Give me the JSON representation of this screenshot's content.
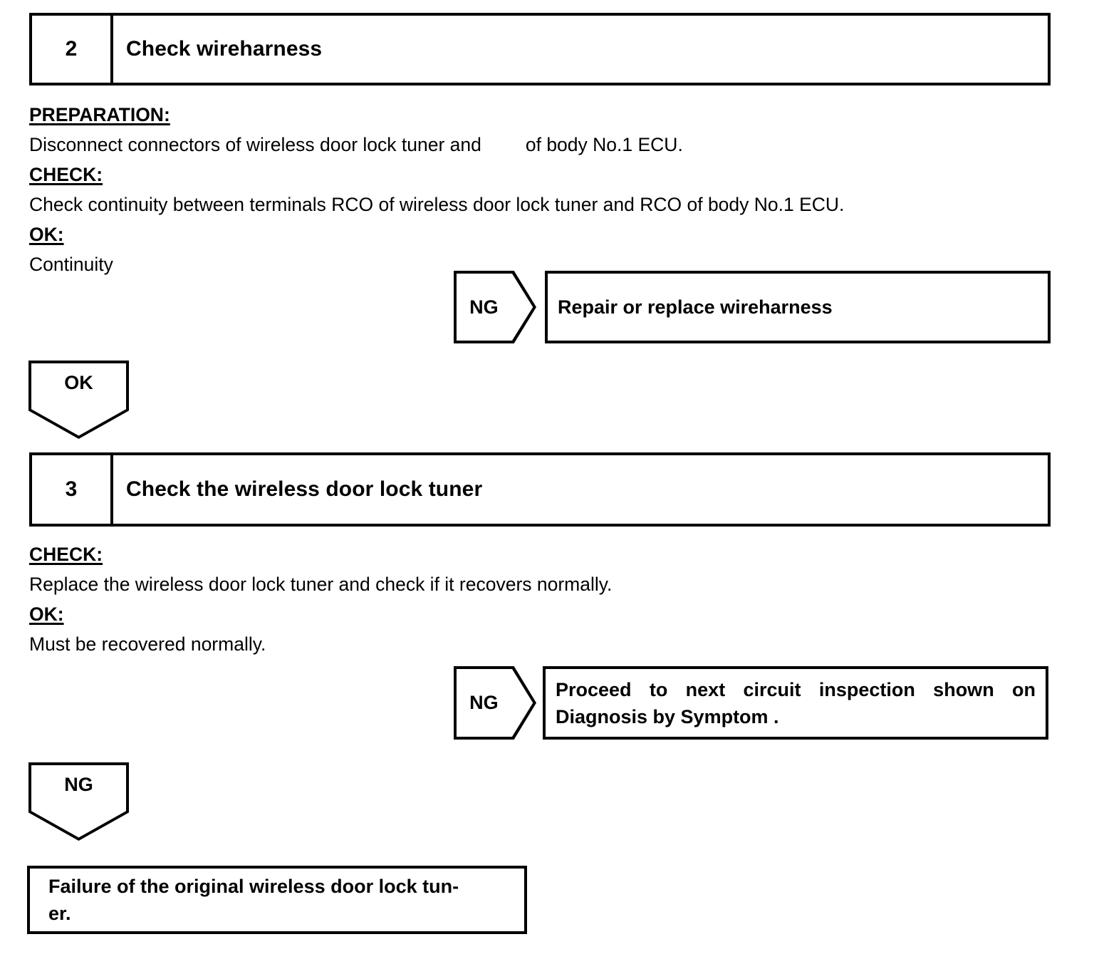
{
  "document": {
    "type": "diagnostic-flowchart",
    "title": "Wireless Door Lock Tuner Troubleshooting"
  },
  "steps": [
    {
      "number": "2",
      "title": "Check wireharness",
      "sections": [
        {
          "label": "PREPARATION:",
          "lines": [
            "Disconnect connectors of wireless door lock tuner and",
            "of body No.1 ECU."
          ]
        },
        {
          "label": "CHECK:",
          "lines": [
            "Check continuity between terminals RCO of wireless door lock tuner and RCO of body No.1 ECU."
          ]
        },
        {
          "label": "OK:",
          "lines": [
            "Continuity"
          ]
        }
      ]
    },
    {
      "number": "3",
      "title": "Check the wireless door lock tuner",
      "sections": [
        {
          "label": "CHECK:",
          "lines": [
            "Replace the wireless door lock tuner and check if it recovers normally."
          ]
        },
        {
          "label": "OK:",
          "lines": [
            "Must be recovered normally."
          ]
        }
      ]
    }
  ],
  "branches": {
    "ng_1": {
      "label": "NG",
      "result": "Repair or replace wireharness"
    },
    "ok_1": {
      "label": "OK"
    },
    "ng_2": {
      "label": "NG",
      "result_line1": "Proceed to next circuit inspection shown on",
      "result_line2": "Diagnosis by Symptom ."
    },
    "ng_3": {
      "label": "NG"
    }
  },
  "conclusion": {
    "line1": "Failure of the original wireless door lock tun-",
    "line2": "er."
  },
  "colors": {
    "ink": "#000000",
    "paper": "#ffffff"
  }
}
